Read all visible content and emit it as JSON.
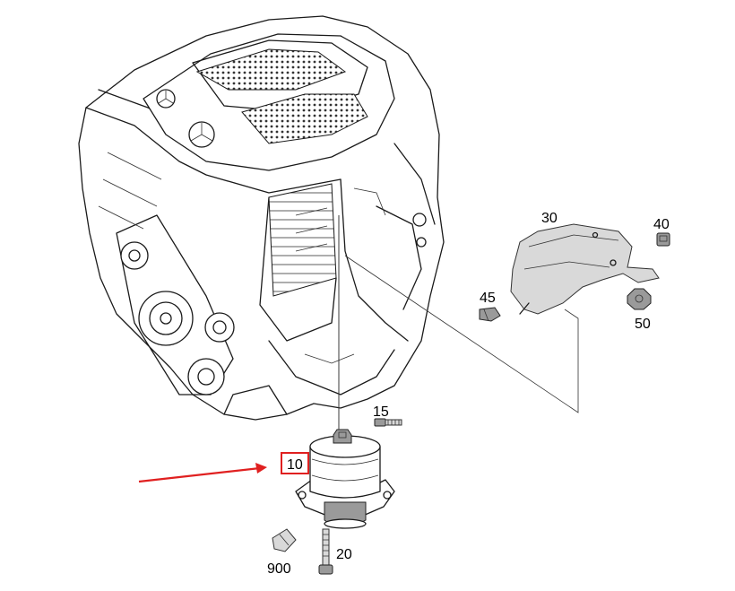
{
  "callouts": {
    "c10": "10",
    "c15": "15",
    "c20": "20",
    "c30": "30",
    "c40": "40",
    "c45": "45",
    "c50": "50",
    "c900": "900"
  },
  "colors": {
    "highlight": "#e02020",
    "line": "#1a1a1a",
    "background": "#ffffff"
  }
}
